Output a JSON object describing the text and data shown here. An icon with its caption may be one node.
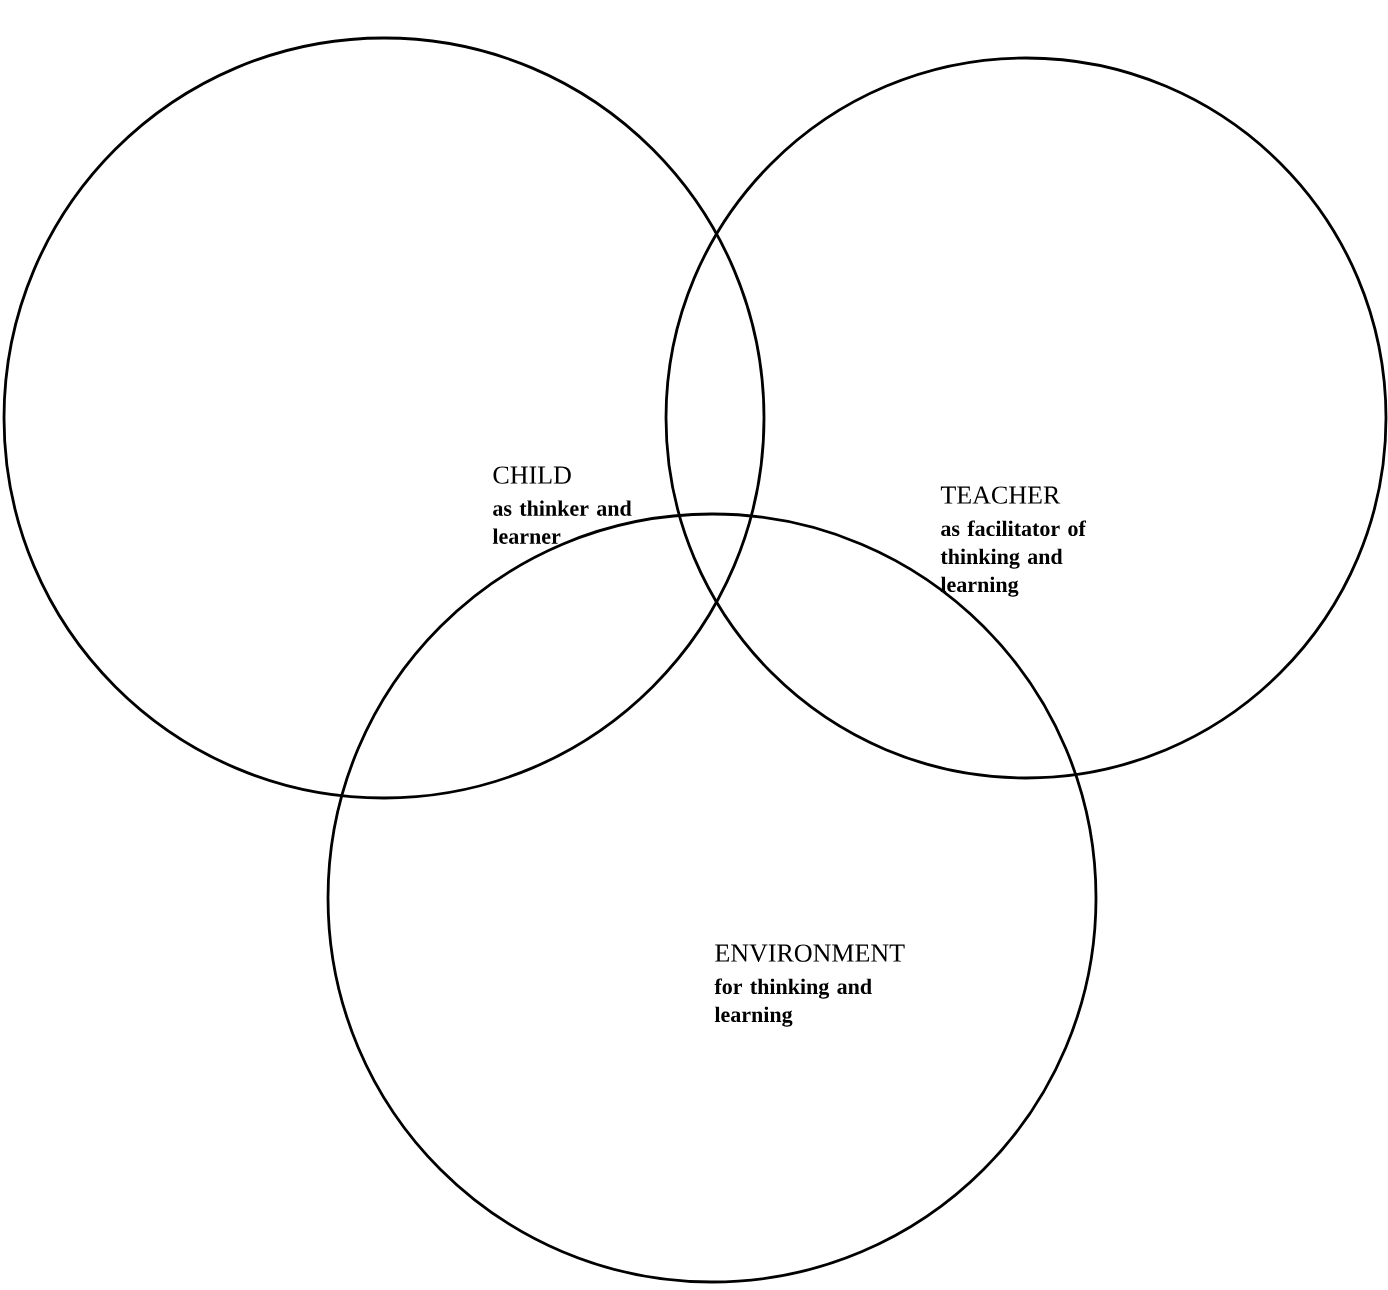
{
  "diagram": {
    "nodes": [
      {
        "text": [
          "CHILD",
          "as thinker and learner"
        ]
      },
      {
        "text": [
          "TEACHER",
          "as facilitator of thinking and learning"
        ]
      },
      {
        "text": [
          "ENVIRONMENT",
          "for thinking and learning"
        ]
      }
    ]
  }
}
